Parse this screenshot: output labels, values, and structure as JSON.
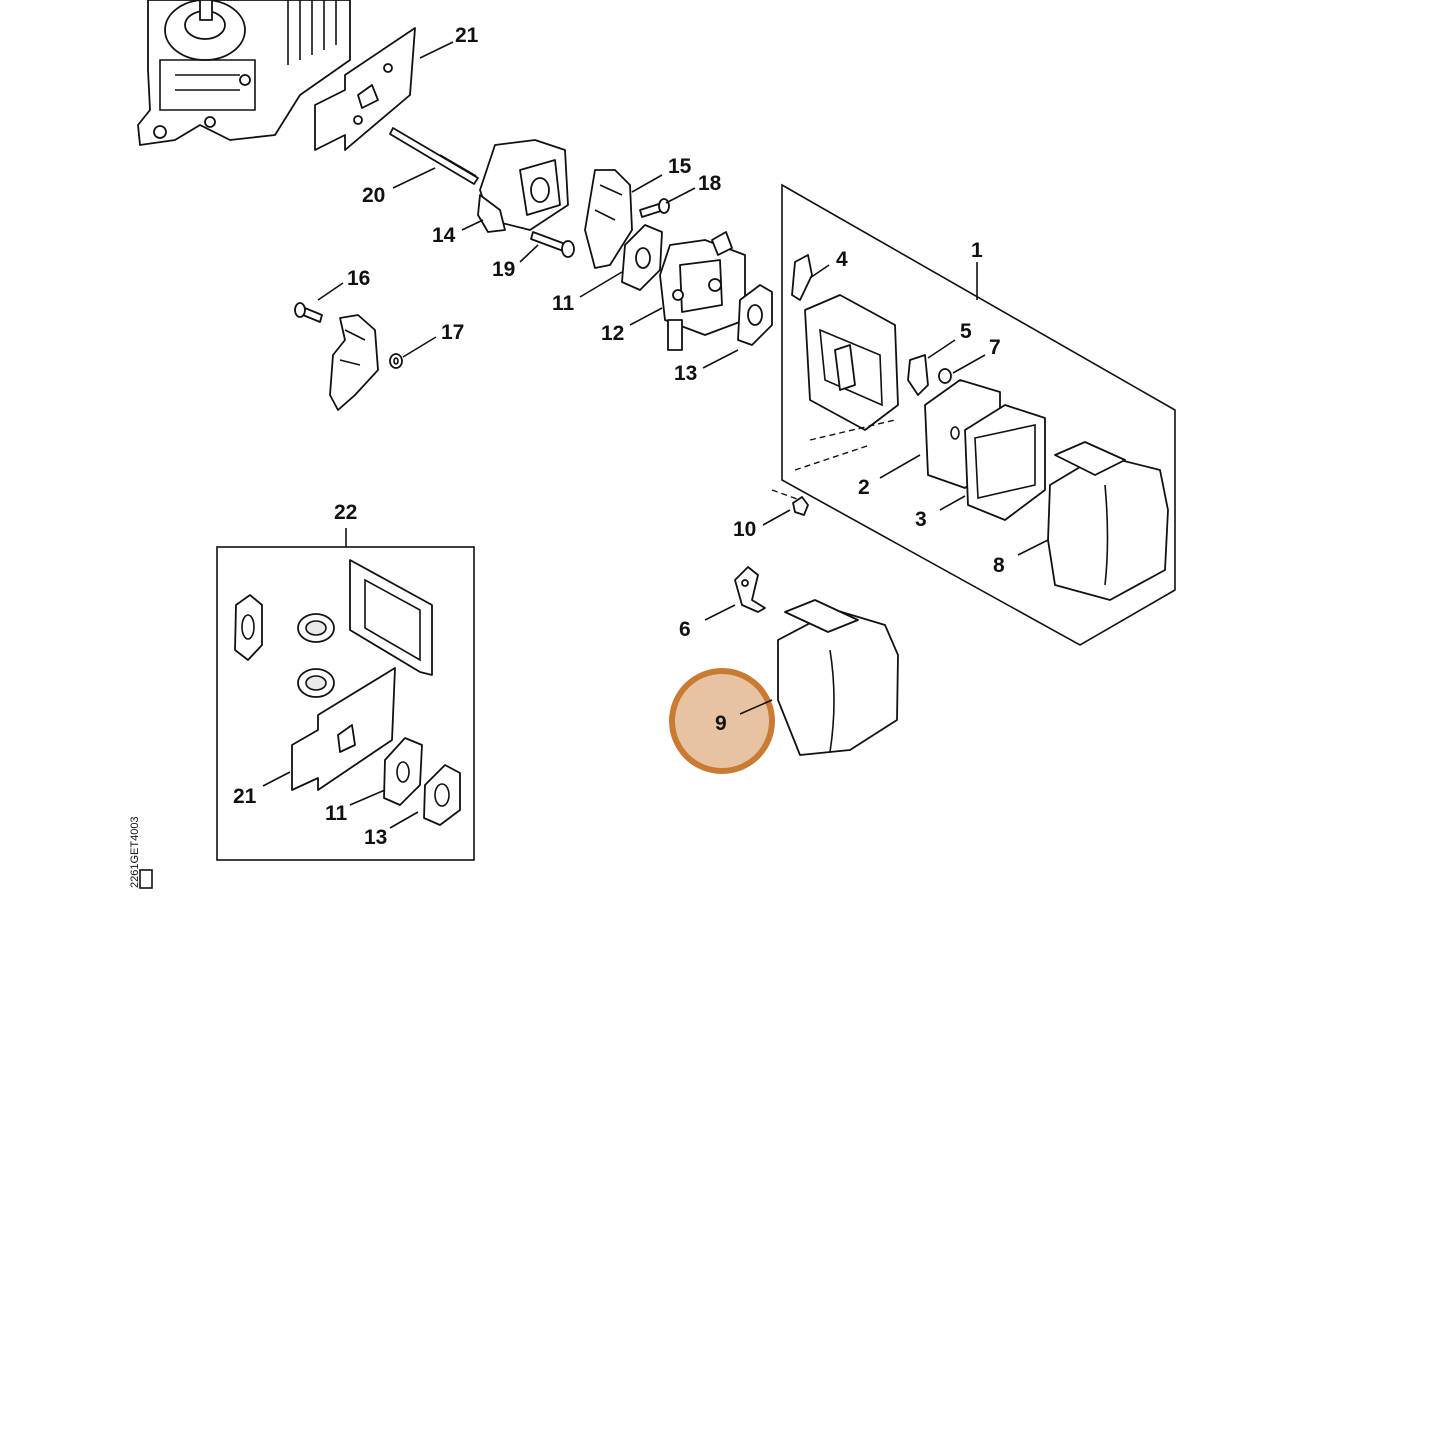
{
  "diagram": {
    "part_labels": [
      "1",
      "2",
      "3",
      "4",
      "5",
      "6",
      "7",
      "8",
      "9",
      "10",
      "11",
      "12",
      "13",
      "14",
      "15",
      "16",
      "17",
      "18",
      "19",
      "20",
      "21",
      "22"
    ],
    "inset_labels": {
      "kit": "22",
      "gasket": "21",
      "spacer": "11",
      "gasket2": "13"
    },
    "highlighted_part": "9",
    "highlight_color": "#c97b34",
    "highlight_fill": "#e8c3a2",
    "drawing_code": "2261GET4003"
  }
}
